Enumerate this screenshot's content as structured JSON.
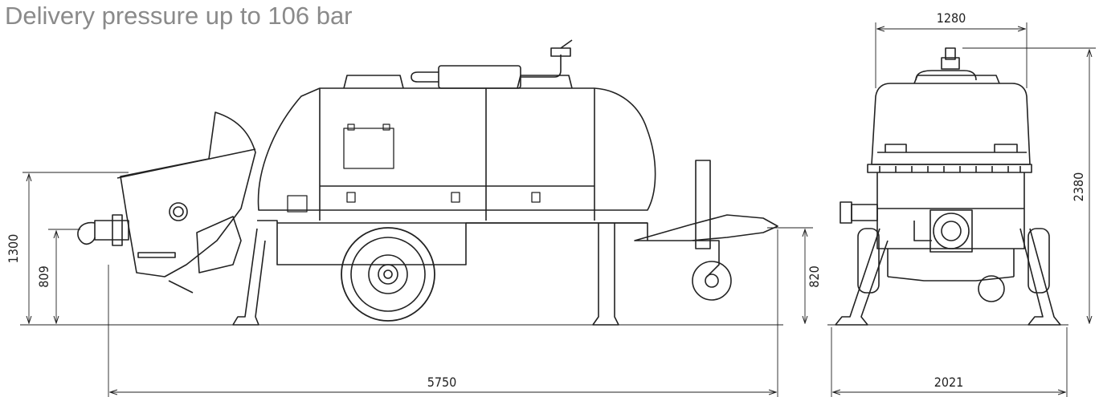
{
  "title": "Delivery pressure up to 106 bar",
  "dimensions": {
    "front_width_top": "1280",
    "front_height": "2380",
    "front_width_bottom": "2021",
    "side_length": "5750",
    "side_height": "1300",
    "side_coupling_height": "809",
    "side_drawbar_height": "820"
  }
}
